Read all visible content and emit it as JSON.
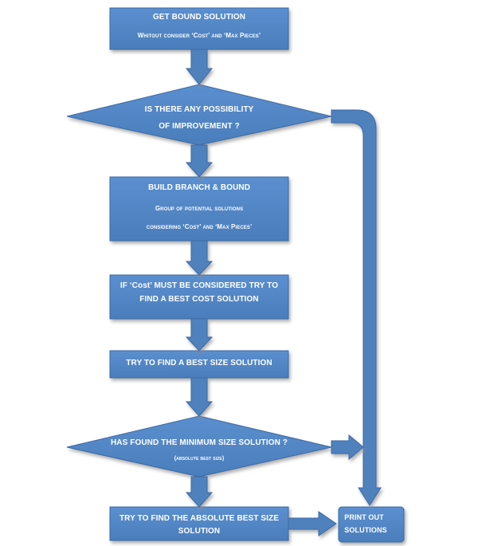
{
  "flowchart": {
    "get_bound": {
      "title": "GET BOUND SOLUTION",
      "subtitle": "Whitout consider ‘Cost’ and ‘Max Pieces’"
    },
    "improvement_decision": {
      "line1": "IS THERE ANY POSSIBILITY",
      "line2": "OF IMPROVEMENT ?"
    },
    "branch_bound": {
      "title": "BUILD BRANCH & BOUND",
      "line1": "Group of potential solutions",
      "line2": "considering ‘Cost’ and ‘Max Pieces’"
    },
    "cost_step": {
      "line1": "IF ‘Cost’ MUST BE CONSIDERED TRY TO",
      "line2": "FIND A BEST COST SOLUTION"
    },
    "size_step": {
      "label": "TRY TO FIND A BEST SIZE SOLUTION"
    },
    "min_size_decision": {
      "line1": "HAS FOUND THE MINIMUM SIZE SOLUTION ?",
      "line2": "(absolute best size)"
    },
    "absolute_step": {
      "line1": "TRY TO FIND THE ABSOLUTE BEST SIZE",
      "line2": "SOLUTION"
    },
    "print_out": {
      "line1": "PRINT  OUT",
      "line2": "SOLUTIONS"
    }
  },
  "colors": {
    "fill": "#4f81bd",
    "fill_light": "#5b8fcf",
    "border": "#3a6aa6",
    "shadow": "#9a9a9a",
    "text": "#ffffff"
  }
}
